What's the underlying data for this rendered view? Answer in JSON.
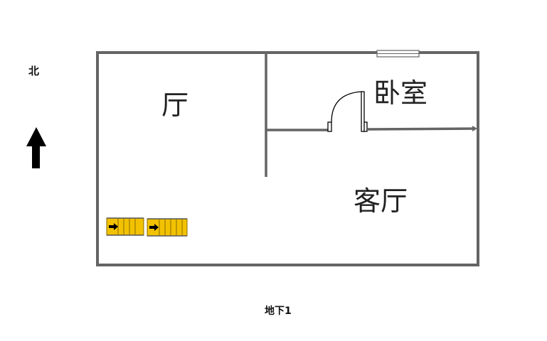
{
  "compass": {
    "label": "北"
  },
  "rooms": {
    "hall": "厅",
    "bedroom": "卧室",
    "living_room": "客厅"
  },
  "floor": {
    "label": "地下1"
  },
  "colors": {
    "wall": "#646464",
    "stair_fill": "#f2c200",
    "stair_stroke": "#8a6a00",
    "arrow": "#000000"
  }
}
